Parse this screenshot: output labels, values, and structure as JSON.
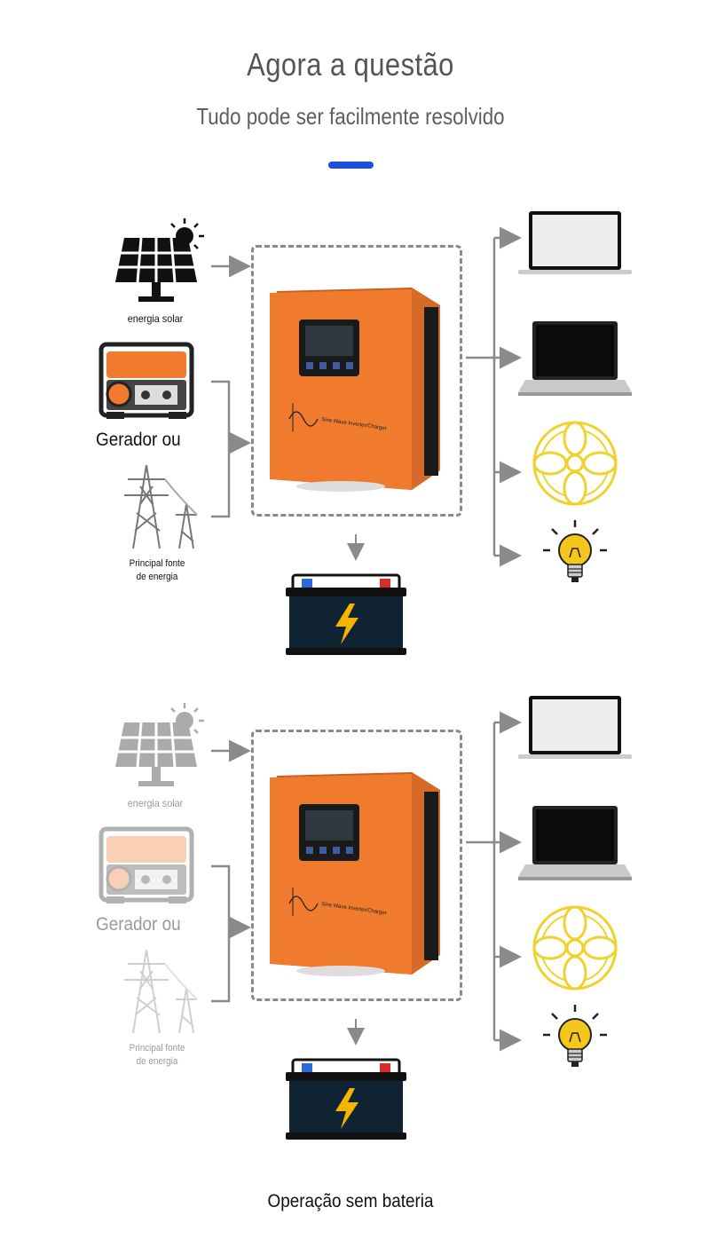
{
  "header": {
    "title": "Agora a questão",
    "subtitle": "Tudo pode ser facilmente resolvido"
  },
  "accent_color": "#1f4fd9",
  "panels": [
    {
      "sources": {
        "solar_label": "energia solar",
        "generator_label": "Gerador ou",
        "grid_label_line1": "Principal fonte",
        "grid_label_line2": "de energia"
      },
      "inverter_text": "Sine Wave Inverter/Charger",
      "faded_sources": false
    },
    {
      "sources": {
        "solar_label": "energia solar",
        "generator_label": "Gerador ou",
        "grid_label_line1": "Principal fonte",
        "grid_label_line2": "de energia"
      },
      "inverter_text": "Sine Wave Inverter/Charger",
      "faded_sources": true
    }
  ],
  "loads": [
    "laptop-white-icon",
    "laptop-black-icon",
    "fan-icon",
    "bulb-icon"
  ],
  "footer": "Operação sem bateria",
  "colors": {
    "inverter": "#f07a2e",
    "battery": "#0f2333",
    "bolt": "#f5b400",
    "fan": "#f0d22c",
    "arrow": "#8a8a8a"
  }
}
